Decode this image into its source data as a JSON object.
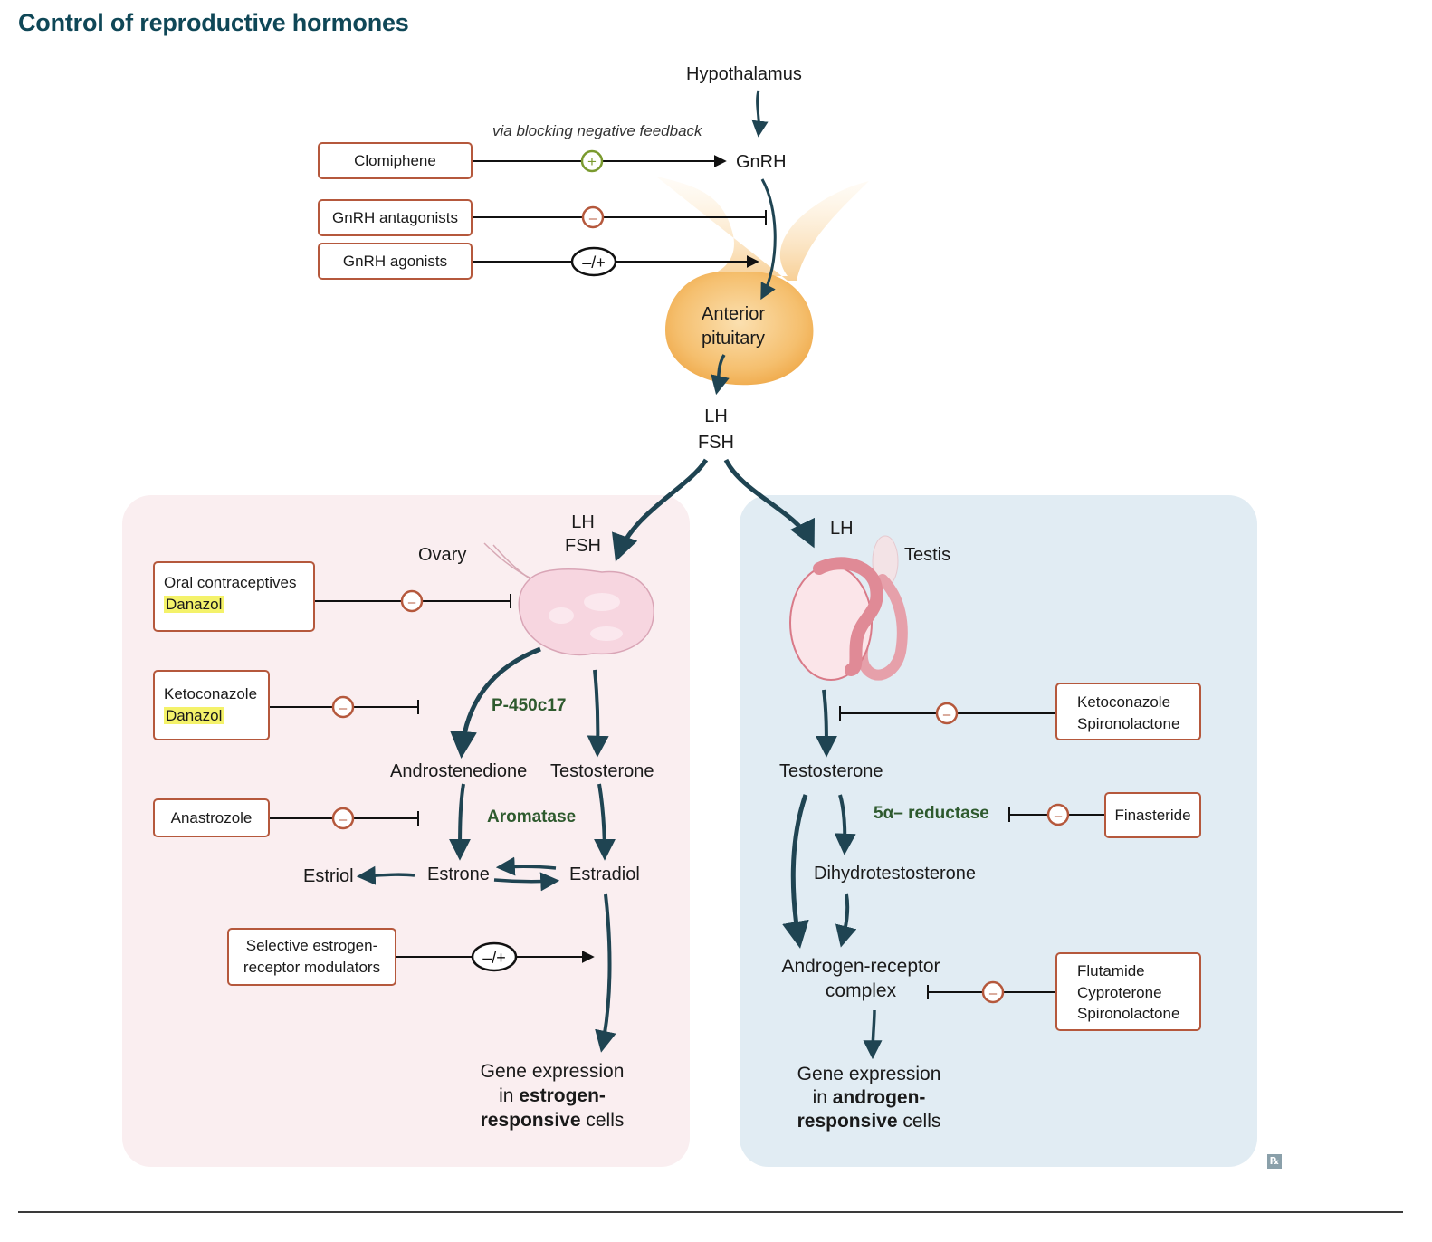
{
  "title": "Control of reproductive hormones",
  "central": {
    "hypothalamus": "Hypothalamus",
    "gnrh": "GnRH",
    "feedback_note": "via blocking negative feedback",
    "pituitary_line1": "Anterior",
    "pituitary_line2": "pituitary",
    "lh": "LH",
    "fsh": "FSH"
  },
  "top_drugs": {
    "clomiphene": "Clomiphene",
    "gnrh_antagonists": "GnRH antagonists",
    "gnrh_agonists": "GnRH agonists"
  },
  "symbols": {
    "plus": "+",
    "minus": "–",
    "minus_plus": "–/+"
  },
  "ovary_panel": {
    "lh": "LH",
    "fsh": "FSH",
    "ovary": "Ovary",
    "drug1_line1": "Oral contraceptives",
    "drug1_line2": "Danazol",
    "drug2_line1": "Ketoconazole",
    "drug2_line2": "Danazol",
    "drug3": "Anastrozole",
    "drug4_line1": "Selective estrogen-",
    "drug4_line2": "receptor modulators",
    "enzyme1": "P-450c17",
    "enzyme2": "Aromatase",
    "androstenedione": "Androstenedione",
    "testosterone": "Testosterone",
    "estriol": "Estriol",
    "estrone": "Estrone",
    "estradiol": "Estradiol",
    "gene_line1": "Gene expression",
    "gene_line2_pre": "in ",
    "gene_line2_bold": "estrogen-",
    "gene_line3_bold": "responsive",
    "gene_line3_post": " cells"
  },
  "testis_panel": {
    "lh": "LH",
    "testis": "Testis",
    "drug1_line1": "Ketoconazole",
    "drug1_line2": "Spironolactone",
    "drug2": "Finasteride",
    "drug3_line1": "Flutamide",
    "drug3_line2": "Cyproterone",
    "drug3_line3": "Spironolactone",
    "testosterone": "Testosterone",
    "enzyme": "5α– reductase",
    "dht": "Dihydrotestosterone",
    "complex_line1": "Androgen-receptor",
    "complex_line2": "complex",
    "gene_line1": "Gene expression",
    "gene_line2_pre": "in ",
    "gene_line2_bold": "androgen-",
    "gene_line3_bold": "responsive",
    "gene_line3_post": " cells"
  },
  "footer_mark": "℞",
  "colors": {
    "title": "#0f4757",
    "arrow": "#1f4452",
    "drug_border": "#b5583c",
    "enzyme": "#2e5a2e",
    "pink_panel": "#faeef0",
    "blue_panel": "#e1ecf3",
    "highlight": "#f4f26a",
    "plus_circle": "#7a9a2e"
  }
}
